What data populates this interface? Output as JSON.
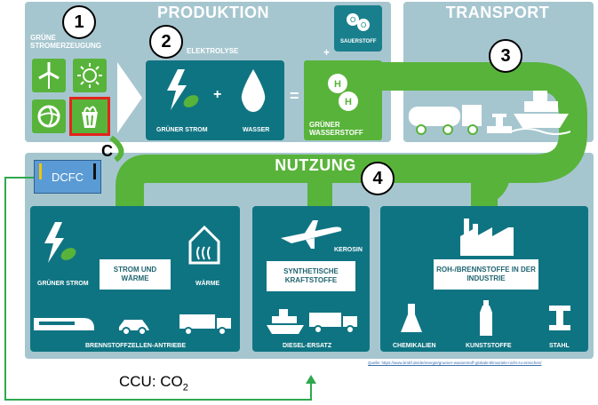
{
  "produktion": {
    "title": "PRODUKTION",
    "gruen_label": "GRÜNE STROMERZEUGUNG",
    "elektrolyse": "ELEKTROLYSE",
    "gruener_strom": "GRÜNER STROM",
    "wasser": "WASSER",
    "plus": "+",
    "equals": "=",
    "sauerstoff": "SAUERSTOFF",
    "wasserstoff": "GRÜNER WASSERSTOFF"
  },
  "transport": {
    "title": "TRANSPORT"
  },
  "nutzung": {
    "title": "NUTZUNG",
    "left": {
      "gruener_strom": "GRÜNER STROM",
      "strom_waerme": "STROM UND WÄRME",
      "waerme": "WÄRME",
      "antriebe": "BRENNSTOFFZELLEN-ANTRIEBE"
    },
    "mid": {
      "kerosin": "KEROSIN",
      "synth": "SYNTHETISCHE KRAFTSTOFFE",
      "diesel": "DIESEL-ERSATZ"
    },
    "right": {
      "roh": "ROH-/BRENNSTOFFE IN DER INDUSTRIE",
      "chem": "CHEMIKALIEN",
      "kunst": "KUNSTSTOFFE",
      "stahl": "STAHL"
    }
  },
  "markers": {
    "m1": "1",
    "m2": "2",
    "m3": "3",
    "m4": "4",
    "c": "C"
  },
  "dcfc": "DCFC",
  "ccu_prefix": "CCU: CO",
  "ccu_sub": "2",
  "source": "Quelle: https://www.bmbf.de/de/energie/gruener-wasserstoff-globale-klimaziele-nicht-zu-erreichen/",
  "colors": {
    "panel": "#a6c6cf",
    "teal": "#0f7482",
    "green": "#58b33a",
    "accent": "#e3241b"
  }
}
